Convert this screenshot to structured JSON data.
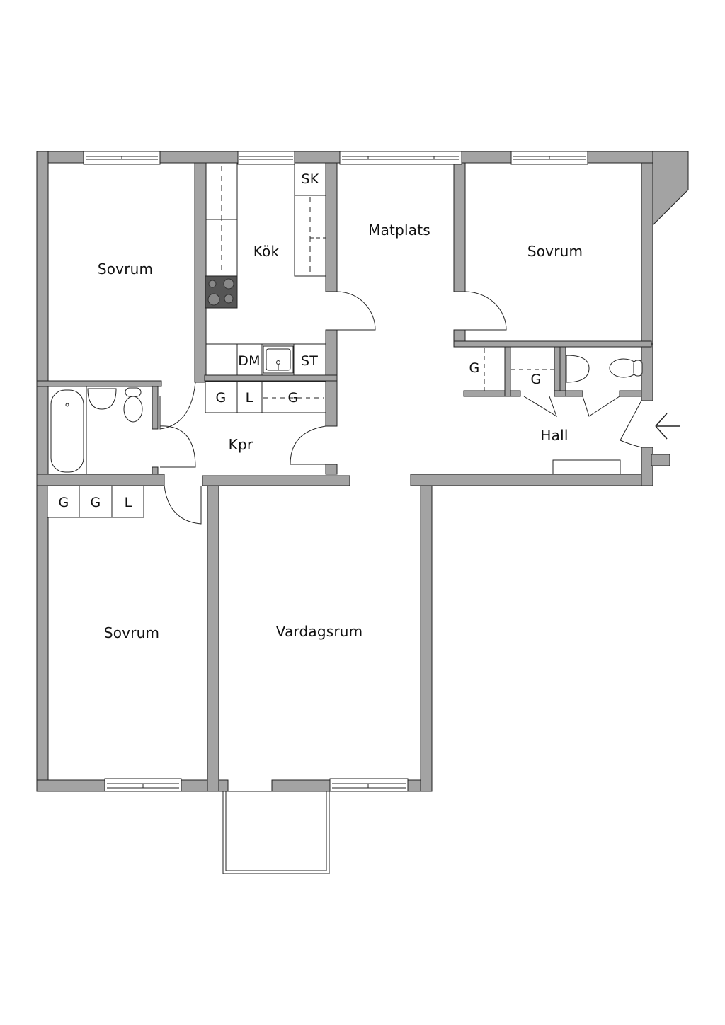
{
  "plan": {
    "wall_color": "#a3a3a3",
    "line_color": "#222222",
    "background": "#ffffff"
  },
  "rooms": {
    "sovrum_nw": "Sovrum",
    "kok": "Kök",
    "matplats": "Matplats",
    "sovrum_ne": "Sovrum",
    "kpr": "Kpr",
    "hall": "Hall",
    "sovrum_sw": "Sovrum",
    "vardagsrum": "Vardagsrum"
  },
  "fixtures": {
    "sk": "SK",
    "dm": "DM",
    "st": "ST",
    "kpr_g1": "G",
    "kpr_l": "L",
    "kpr_g2": "G",
    "sw_g1": "G",
    "sw_g2": "G",
    "sw_l": "L",
    "hall_g1": "G",
    "hall_g2": "G"
  },
  "entrance": {
    "arrow": "entrance-arrow-icon"
  }
}
